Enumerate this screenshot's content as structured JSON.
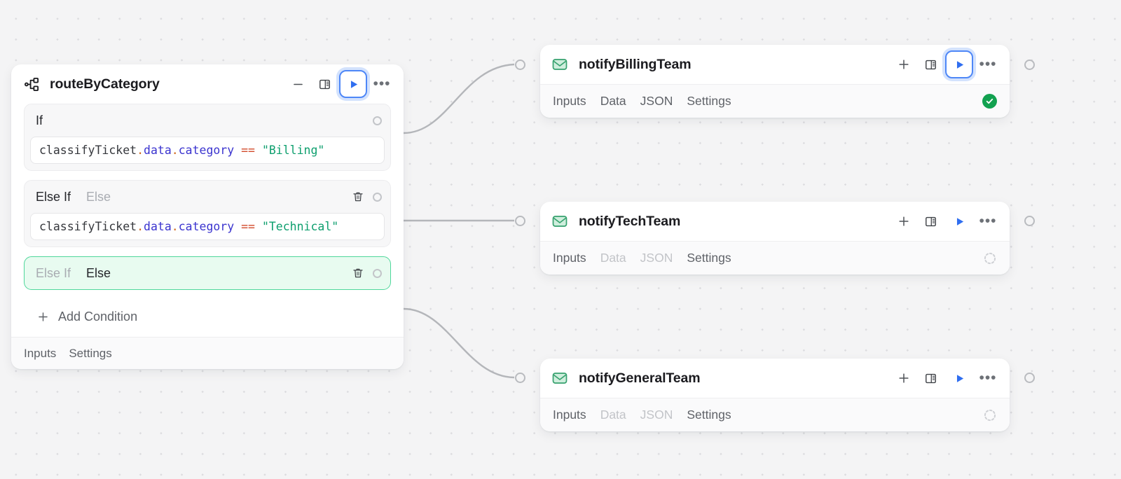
{
  "canvas": {
    "background_color": "#f4f4f5",
    "grid_dot_color": "#dcdcdf",
    "edge_color": "#b4b6ba"
  },
  "router_node": {
    "icon": "branch-icon",
    "title": "routeByCategory",
    "actions": {
      "minimize": "minimize-icon",
      "panel": "panel-icon",
      "run": "play-icon",
      "more": "more-icon"
    },
    "branches": [
      {
        "keyword": "If",
        "label": "",
        "has_delete": false,
        "active": false,
        "expression": {
          "subject": "classifyTicket",
          "dot1": ".",
          "prop1": "data",
          "dot2": ".",
          "prop2": "category",
          "operator": "==",
          "value": "\"Billing\""
        }
      },
      {
        "keyword": "Else If",
        "label": "Else",
        "has_delete": true,
        "active": false,
        "expression": {
          "subject": "classifyTicket",
          "dot1": ".",
          "prop1": "data",
          "dot2": ".",
          "prop2": "category",
          "operator": "==",
          "value": "\"Technical\""
        }
      },
      {
        "keyword": "Else If",
        "label": "Else",
        "has_delete": true,
        "active": true,
        "expression": null
      }
    ],
    "add_condition_label": "Add Condition",
    "footer_tabs": [
      "Inputs",
      "Settings"
    ],
    "active_color": "#4fd79b",
    "active_fill": "#e8fbf0"
  },
  "mail_nodes": [
    {
      "icon": "mail-icon",
      "title": "notifyBillingTeam",
      "actions": {
        "add": "plus-icon",
        "panel": "panel-icon",
        "run": "play-icon",
        "more": "more-icon"
      },
      "run_focused": true,
      "tabs": [
        {
          "label": "Inputs",
          "dimmed": false
        },
        {
          "label": "Data",
          "dimmed": false
        },
        {
          "label": "JSON",
          "dimmed": false
        },
        {
          "label": "Settings",
          "dimmed": false
        }
      ],
      "status": "success",
      "status_icon": "check-circle-icon",
      "status_color": "#12a150"
    },
    {
      "icon": "mail-icon",
      "title": "notifyTechTeam",
      "actions": {
        "add": "plus-icon",
        "panel": "panel-icon",
        "run": "play-icon",
        "more": "more-icon"
      },
      "run_focused": false,
      "tabs": [
        {
          "label": "Inputs",
          "dimmed": false
        },
        {
          "label": "Data",
          "dimmed": true
        },
        {
          "label": "JSON",
          "dimmed": true
        },
        {
          "label": "Settings",
          "dimmed": false
        }
      ],
      "status": "pending",
      "status_icon": "dashed-circle-icon",
      "status_color": "#cfd1d5"
    },
    {
      "icon": "mail-icon",
      "title": "notifyGeneralTeam",
      "actions": {
        "add": "plus-icon",
        "panel": "panel-icon",
        "run": "play-icon",
        "more": "more-icon"
      },
      "run_focused": false,
      "tabs": [
        {
          "label": "Inputs",
          "dimmed": false
        },
        {
          "label": "Data",
          "dimmed": true
        },
        {
          "label": "JSON",
          "dimmed": true
        },
        {
          "label": "Settings",
          "dimmed": false
        }
      ],
      "status": "pending",
      "status_icon": "dashed-circle-icon",
      "status_color": "#cfd1d5"
    }
  ]
}
